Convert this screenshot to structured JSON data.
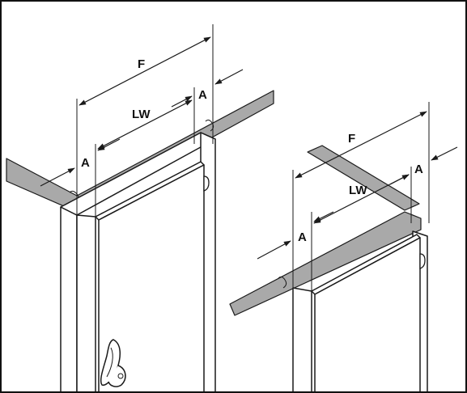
{
  "diagram": {
    "labels": {
      "left_F": "F",
      "left_LW": "LW",
      "left_A_top": "A",
      "left_A_bottom": "A",
      "right_F": "F",
      "right_LW": "LW",
      "right_A_top": "A",
      "right_A_bottom": "A"
    },
    "colors": {
      "band": "#a9a9a9",
      "line": "#1a1a1a",
      "frame": "#111111",
      "background": "#ffffff"
    }
  }
}
